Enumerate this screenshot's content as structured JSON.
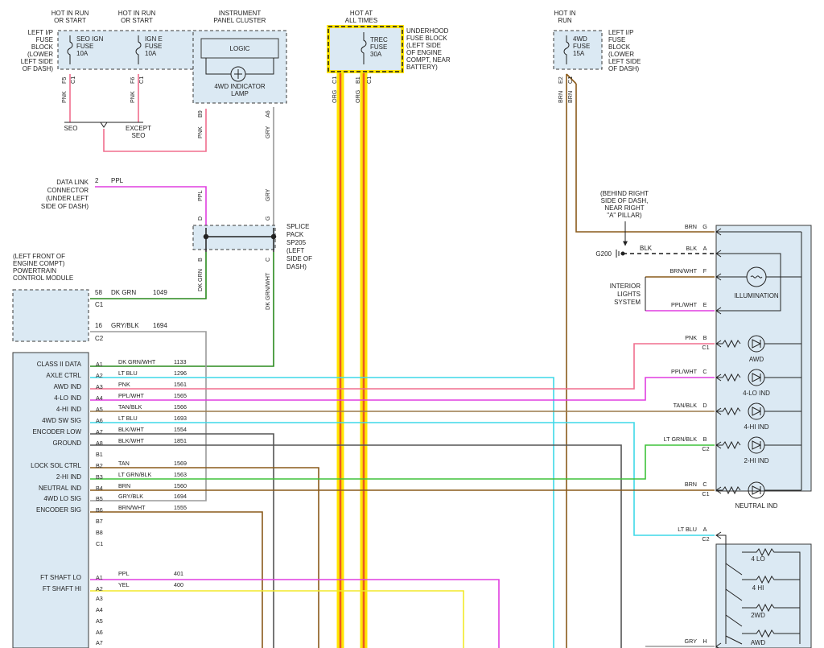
{
  "colors": {
    "pnk": "#f06e8e",
    "ppl": "#e03ee0",
    "gry": "#9a9a9a",
    "dkgrn": "#2a8a1e",
    "grn": "#3ec23a",
    "ltblu": "#3ed8e8",
    "brn": "#8a5a1a",
    "tan": "#9b7a4a",
    "org": "#f0961e",
    "yel": "#f2e92a",
    "red": "#e81e1e",
    "blk": "#1a1a1a",
    "module_fill": "#dbe9f3",
    "highlight": "#ffe600"
  },
  "labels": {
    "hot_run_start_1": [
      "HOT IN RUN",
      "OR START"
    ],
    "hot_run_start_2": [
      "HOT IN RUN",
      "OR START"
    ],
    "left_ip_fuse_block": [
      "LEFT I/P",
      "FUSE",
      "BLOCK",
      "(LOWER",
      "LEFT SIDE",
      "OF DASH)"
    ],
    "seo_ign_fuse": [
      "SEO IGN",
      "FUSE",
      "10A"
    ],
    "ign_e_fuse": [
      "IGN E",
      "FUSE",
      "10A"
    ],
    "pin_f5": "F5",
    "pin_c1_a": "C1",
    "pin_f6": "F6",
    "pin_c1_b": "C1",
    "wire_pnk_1": "PNK",
    "wire_pnk_2": "PNK",
    "seo": "SEO",
    "except_seo": [
      "EXCEPT",
      "SEO"
    ],
    "instrument_panel_cluster": [
      "INSTRUMENT",
      "PANEL CLUSTER"
    ],
    "logic": "LOGIC",
    "indicator_lamp": [
      "4WD INDICATOR",
      "LAMP"
    ],
    "pin_b9": "B9",
    "pin_a6": "A6",
    "wire_pnk_3": "PNK",
    "wire_gry_1": "GRY",
    "hot_all_times": [
      "HOT AT",
      "ALL TIMES"
    ],
    "trec_fuse": [
      "TREC",
      "FUSE",
      "30A"
    ],
    "underhood_fuse_block": [
      "UNDERHOOD",
      "FUSE BLOCK",
      "(LEFT SIDE",
      "OF ENGINE",
      "COMPT, NEAR",
      "BATTERY)"
    ],
    "pin_c1_c": "C1",
    "pin_b1": "B1",
    "pin_c1_d": "C1",
    "wire_org_1": "ORG",
    "wire_org_2": "ORG",
    "hot_in_run": [
      "HOT IN",
      "RUN"
    ],
    "fuse_4wd": [
      "4WD",
      "FUSE",
      "15A"
    ],
    "left_ip_fuse_block_2": [
      "LEFT I/P",
      "FUSE",
      "BLOCK",
      "(LOWER",
      "LEFT SIDE",
      "OF DASH)"
    ],
    "pin_e2": "E2",
    "pin_c1_e": "C1",
    "wire_brn_1": "BRN",
    "wire_brn_2": "BRN",
    "data_link_connector": [
      "DATA LINK",
      "CONNECTOR",
      "(UNDER LEFT",
      "SIDE OF DASH)"
    ],
    "dlc_pin": "2",
    "dlc_wire": "PPL",
    "wire_ppl_v": "PPL",
    "wire_gry_v": "GRY",
    "splice_pin_d": "D",
    "splice_pin_g": "G",
    "splice_pin_b": "B",
    "splice_pin_c": "C",
    "splice_pack": [
      "SPLICE",
      "PACK",
      "SP205",
      "(LEFT",
      "SIDE OF",
      "DASH)"
    ],
    "wire_dkgrn_v": "DK GRN",
    "wire_dkgrnwht_v": "DK GRN/WHT",
    "pcm": [
      "(LEFT FRONT OF",
      "ENGINE COMPT)",
      "POWERTRAIN",
      "CONTROL MODULE"
    ],
    "pcm_pin58": "58",
    "pcm_wire58": "DK GRN",
    "pcm_circ58": "1049",
    "pcm_c1": "C1",
    "pcm_pin16": "16",
    "pcm_wire16": "GRY/BLK",
    "pcm_circ16": "1694",
    "pcm_c2": "C2",
    "behind_right": [
      "(BEHIND RIGHT",
      "SIDE OF DASH,",
      "NEAR RIGHT",
      "\"A\" PILLAR)"
    ],
    "g200": "G200",
    "blk_ground": "BLK",
    "interior_lights": [
      "INTERIOR",
      "LIGHTS",
      "SYSTEM"
    ],
    "illumination": "ILLUMINATION",
    "awd": "AWD",
    "lo_ind": "4-LO IND",
    "hi_ind": "4-HI IND",
    "hi2_ind": "2-HI IND",
    "neutral_ind": "NEUTRAL IND",
    "sw_4lo": "4 LO",
    "sw_4hi": "4 HI",
    "sw_2wd": "2WD",
    "sw_awd": "AWD"
  },
  "tccm_pins": [
    {
      "func": "CLASS II DATA",
      "pin": "A1",
      "wire": "DK GRN/WHT",
      "circuit": "1133"
    },
    {
      "func": "AXLE CTRL",
      "pin": "A2",
      "wire": "LT BLU",
      "circuit": "1296"
    },
    {
      "func": "AWD IND",
      "pin": "A3",
      "wire": "PNK",
      "circuit": "1561"
    },
    {
      "func": "4-LO IND",
      "pin": "A4",
      "wire": "PPL/WHT",
      "circuit": "1565"
    },
    {
      "func": "4-HI IND",
      "pin": "A5",
      "wire": "TAN/BLK",
      "circuit": "1566"
    },
    {
      "func": "4WD SW SIG",
      "pin": "A6",
      "wire": "LT BLU",
      "circuit": "1693"
    },
    {
      "func": "ENCODER LOW",
      "pin": "A7",
      "wire": "BLK/WHT",
      "circuit": "1554"
    },
    {
      "func": "GROUND",
      "pin": "A8",
      "wire": "BLK/WHT",
      "circuit": "1851"
    },
    {
      "func": "",
      "pin": "B1",
      "wire": "",
      "circuit": ""
    },
    {
      "func": "LOCK SOL CTRL",
      "pin": "B2",
      "wire": "TAN",
      "circuit": "1569"
    },
    {
      "func": "2-HI IND",
      "pin": "B3",
      "wire": "LT GRN/BLK",
      "circuit": "1563"
    },
    {
      "func": "NEUTRAL IND",
      "pin": "B4",
      "wire": "BRN",
      "circuit": "1560"
    },
    {
      "func": "4WD LO SIG",
      "pin": "B5",
      "wire": "GRY/BLK",
      "circuit": "1694"
    },
    {
      "func": "ENCODER SIG",
      "pin": "B6",
      "wire": "BRN/WHT",
      "circuit": "1555"
    },
    {
      "func": "",
      "pin": "B7",
      "wire": "",
      "circuit": ""
    },
    {
      "func": "",
      "pin": "B8",
      "wire": "",
      "circuit": ""
    },
    {
      "func": "",
      "pin": "C1",
      "wire": "",
      "circuit": ""
    }
  ],
  "tccm_pins_2": [
    {
      "func": "FT SHAFT LO",
      "pin": "A1",
      "wire": "PPL",
      "circuit": "401"
    },
    {
      "func": "FT SHAFT HI",
      "pin": "A2",
      "wire": "YEL",
      "circuit": "400"
    },
    {
      "func": "",
      "pin": "A3",
      "wire": "",
      "circuit": ""
    },
    {
      "func": "",
      "pin": "A4",
      "wire": "",
      "circuit": ""
    },
    {
      "func": "",
      "pin": "A5",
      "wire": "",
      "circuit": ""
    },
    {
      "func": "",
      "pin": "A6",
      "wire": "",
      "circuit": ""
    },
    {
      "func": "",
      "pin": "A7",
      "wire": "",
      "circuit": ""
    }
  ],
  "switch_pins": [
    {
      "wire": "BRN",
      "pin": "G",
      "conn": ""
    },
    {
      "wire": "BLK",
      "pin": "A",
      "conn": ""
    },
    {
      "wire": "BRN/WHT",
      "pin": "F",
      "conn": ""
    },
    {
      "wire": "PPL/WHT",
      "pin": "E",
      "conn": ""
    },
    {
      "wire": "PNK",
      "pin": "B",
      "conn": "C1"
    },
    {
      "wire": "PPL/WHT",
      "pin": "C",
      "conn": ""
    },
    {
      "wire": "TAN/BLK",
      "pin": "D",
      "conn": ""
    },
    {
      "wire": "LT GRN/BLK",
      "pin": "B",
      "conn": "C2"
    },
    {
      "wire": "BRN",
      "pin": "C",
      "conn": "C1"
    },
    {
      "wire": "LT BLU",
      "pin": "A",
      "conn": "C2"
    },
    {
      "wire": "GRY",
      "pin": "H",
      "conn": ""
    }
  ]
}
